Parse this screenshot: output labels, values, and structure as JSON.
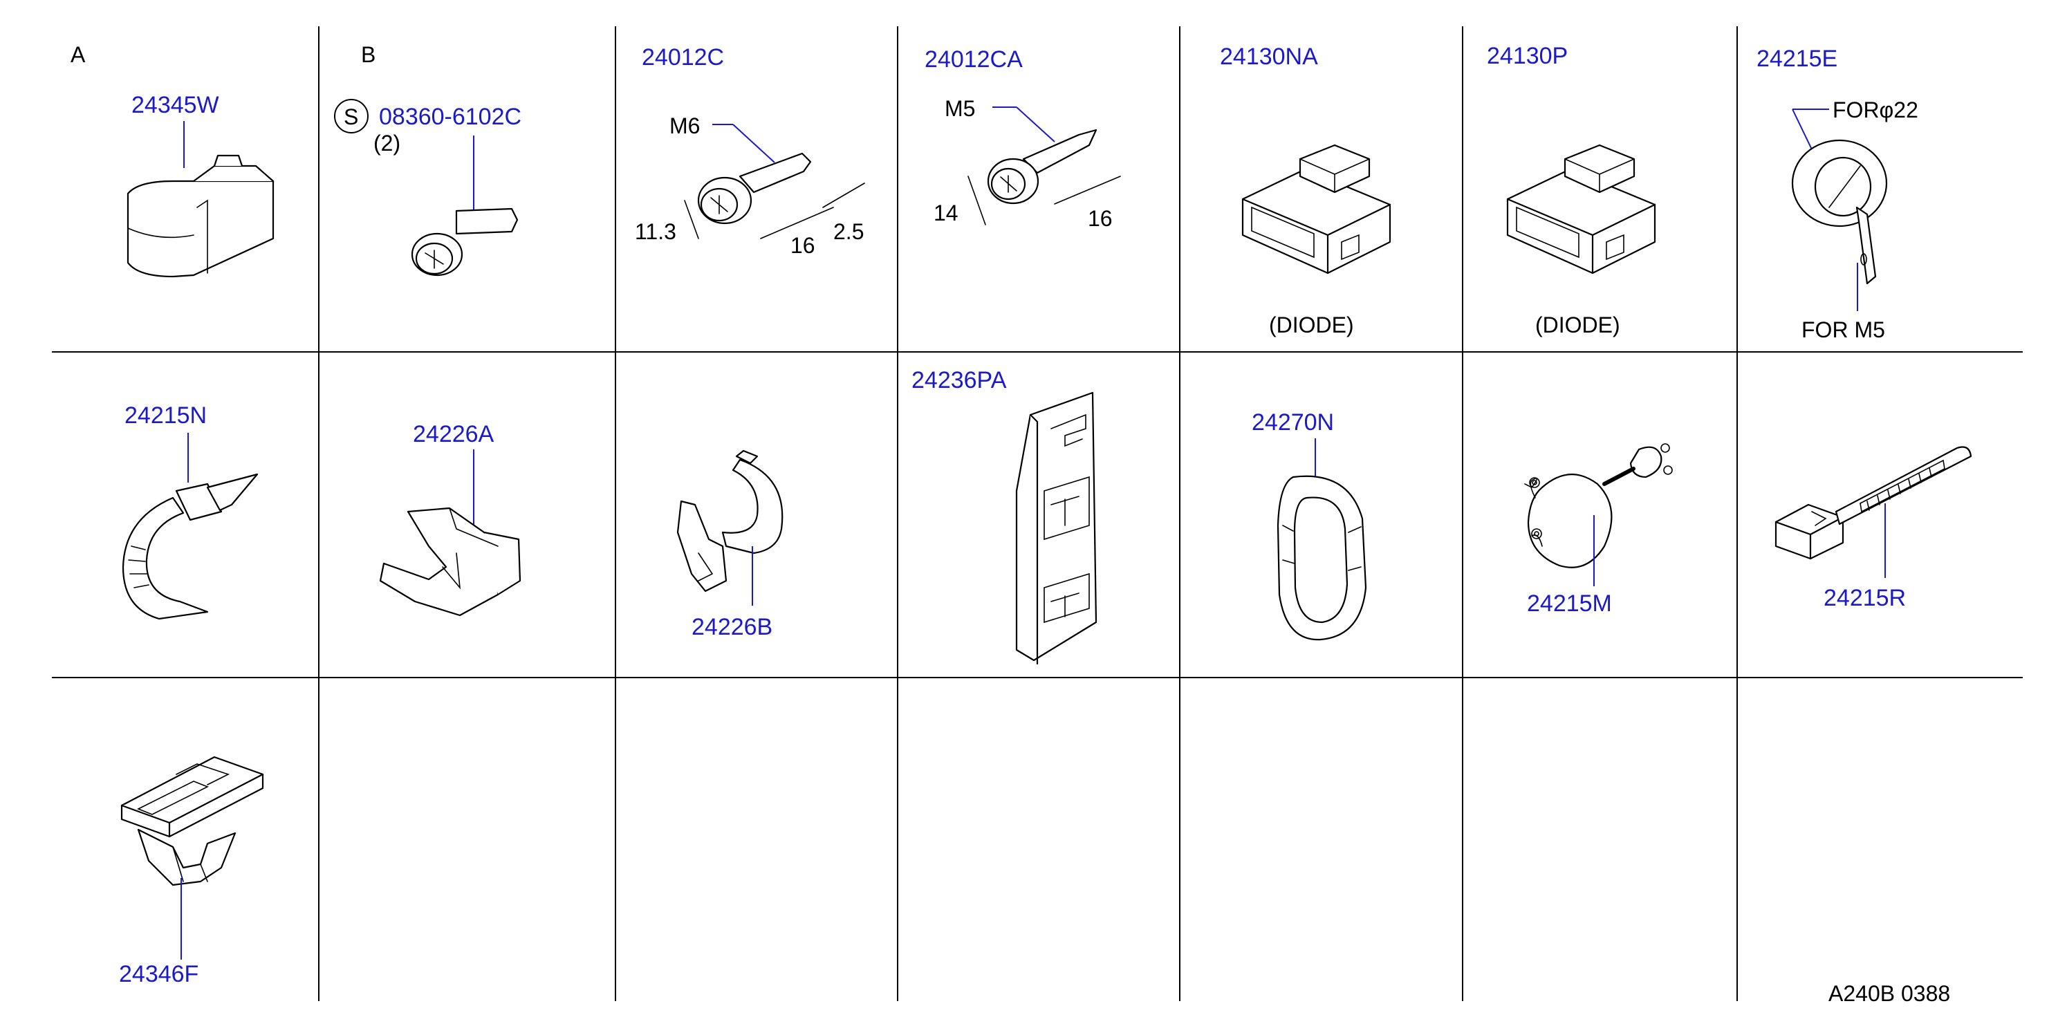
{
  "sections": {
    "a": "A",
    "b": "B"
  },
  "parts": {
    "p24345W": "24345W",
    "p08360": "08360-6102C",
    "p08360_s": "S",
    "p08360_qty": "(2)",
    "p24012C": "24012C",
    "p24012CA": "24012CA",
    "p24130NA": "24130NA",
    "p24130P": "24130P",
    "p24215E": "24215E",
    "p24215N": "24215N",
    "p24226A": "24226A",
    "p24226B": "24226B",
    "p24236PA": "24236PA",
    "p24270N": "24270N",
    "p24215M": "24215M",
    "p24215R": "24215R",
    "p24346F": "24346F"
  },
  "dims": {
    "m6": "M6",
    "d113": "11.3",
    "d16a": "16",
    "d25": "2.5",
    "m5": "M5",
    "d14": "14",
    "d16b": "16"
  },
  "notes": {
    "diode1": "(DIODE)",
    "diode2": "(DIODE)",
    "for22": "FORφ22",
    "form5": "FOR  M5"
  },
  "footer": {
    "code": "A240B  0388"
  },
  "colors": {
    "part_number": "#1a1acc",
    "line": "#000000",
    "background": "#ffffff"
  }
}
